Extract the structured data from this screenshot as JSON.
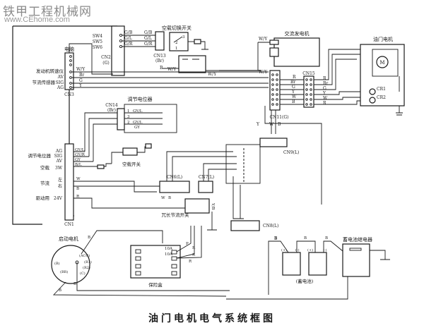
{
  "watermark": {
    "site_name": "铁甲工程机械网",
    "url": "www.CEhome.com"
  },
  "caption": "油门电机电气系统框图",
  "components": {
    "ecu": "电脑",
    "ac_switch": "空载切换开关",
    "alternator": "交流发电机",
    "throttle_motor": "油门电机",
    "motor_symbol": "M",
    "potentiometer": "调节电位器",
    "idle_switch": "空载开关",
    "extended_throttle_switch": "冗长节流开关",
    "starter_motor": "启动电机",
    "fuse_box": "保险盒",
    "battery": "(蓄电池)",
    "battery_relay": "蓄电池继电器"
  },
  "connectors": {
    "cn2": "CN2",
    "cn2_color": "(G)",
    "cn3": "CN3",
    "cn13": "CN13",
    "cn13_color": "(Br)",
    "cn14": "CN14",
    "cn14_color": "(Br)",
    "cn15": "CN15",
    "cn11": "CN11(G)",
    "cn9": "CN9(L)",
    "cn6": "CN6(L)",
    "cn7": "CN7(L)",
    "cn8": "CN8(L)",
    "cn1": "CN1"
  },
  "cn2_pins": [
    "SW4",
    "SW5",
    "SW6"
  ],
  "cn2_wires": [
    "G/B",
    "G/L",
    "G/R"
  ],
  "cn13_wires": [
    "G/B",
    "G/L",
    "G/R"
  ],
  "ac_switch_positions": [
    "3",
    "2",
    "1"
  ],
  "cn3_labels": {
    "engine_speed": "发动机转速仪",
    "av": "AV",
    "throttle_sensor": "节流传感器",
    "sig": "SIG",
    "ag": "AG"
  },
  "cn3_wires": [
    "W/Y",
    "Br",
    "G",
    "Y"
  ],
  "cn11_wires": [
    "R",
    "Br",
    "G",
    "Y",
    "W",
    "B"
  ],
  "cn15_wires": [
    "R",
    "Br",
    "G",
    "Y",
    "W",
    "R"
  ],
  "cn11_side_wires": [
    "Y",
    "W",
    "B"
  ],
  "wy_labels": [
    "W/Y",
    "W/Y",
    "W/Y",
    "W/Y"
  ],
  "relay_ground_wire": "B",
  "cn14_pins": [
    "1",
    "3",
    "2"
  ],
  "cn14_wires": [
    "GY/L",
    "GY/L",
    "GY"
  ],
  "cn1_labels": {
    "potentiometer": "调节电位器",
    "ag": "AG",
    "sig": "SIG",
    "av": "AV",
    "idle": "空载",
    "sw3": "3W",
    "throttle": "节流",
    "left": "左",
    "right": "右",
    "drive": "驱动用",
    "v24": "24V"
  },
  "cn1_wires": [
    "GY/L",
    "GY/R",
    "GY",
    "B/L",
    "W",
    "B",
    "R"
  ],
  "cn6_wires": [
    "W",
    "B"
  ],
  "cn7_wire": "Y/B",
  "throttle_motor_labels": [
    "CR1",
    "CR2"
  ],
  "starter_terminals": [
    "(B)",
    "(ACC)",
    "(R1)",
    "(R2)",
    "(C)",
    "(BR)"
  ],
  "starter_wires": [
    "B",
    "B",
    "B"
  ],
  "fuse_ratings": [
    "10A",
    "10A"
  ],
  "fuse_wires": [
    "P",
    "R",
    "R",
    "R"
  ],
  "battery_wires": [
    "B",
    "B",
    "B"
  ],
  "battery_terminals": [
    "(+)",
    "(-)",
    "(+)",
    "(-)"
  ],
  "cn8_wire": "B"
}
